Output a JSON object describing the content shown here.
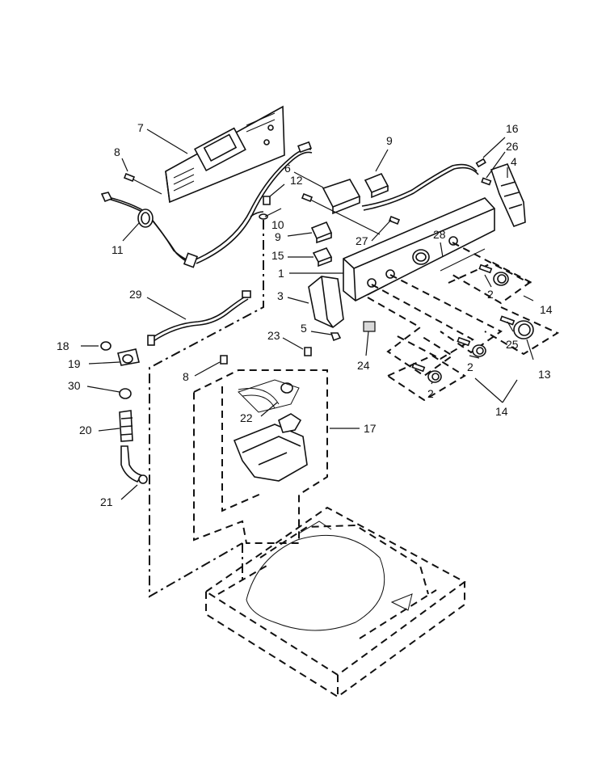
{
  "callouts": [
    {
      "id": "c7",
      "text": "7"
    },
    {
      "id": "c8a",
      "text": "8"
    },
    {
      "id": "c6",
      "text": "6"
    },
    {
      "id": "c12",
      "text": "12"
    },
    {
      "id": "c9a",
      "text": "9"
    },
    {
      "id": "c16",
      "text": "16"
    },
    {
      "id": "c26",
      "text": "26"
    },
    {
      "id": "c4",
      "text": "4"
    },
    {
      "id": "c10",
      "text": "10"
    },
    {
      "id": "c9b",
      "text": "9"
    },
    {
      "id": "c27",
      "text": "27"
    },
    {
      "id": "c28",
      "text": "28"
    },
    {
      "id": "c11",
      "text": "11"
    },
    {
      "id": "c15",
      "text": "15"
    },
    {
      "id": "c1",
      "text": "1"
    },
    {
      "id": "c2a",
      "text": "2"
    },
    {
      "id": "c14a",
      "text": "14"
    },
    {
      "id": "c29",
      "text": "29"
    },
    {
      "id": "c3",
      "text": "3"
    },
    {
      "id": "c5",
      "text": "5"
    },
    {
      "id": "c25",
      "text": "25"
    },
    {
      "id": "c13",
      "text": "13"
    },
    {
      "id": "c18",
      "text": "18"
    },
    {
      "id": "c23",
      "text": "23"
    },
    {
      "id": "c24",
      "text": "24"
    },
    {
      "id": "c2b",
      "text": "2"
    },
    {
      "id": "c19",
      "text": "19"
    },
    {
      "id": "c8b",
      "text": "8"
    },
    {
      "id": "c2c",
      "text": "2"
    },
    {
      "id": "c30",
      "text": "30"
    },
    {
      "id": "c14b",
      "text": "14"
    },
    {
      "id": "c22",
      "text": "22"
    },
    {
      "id": "c20",
      "text": "20"
    },
    {
      "id": "c17",
      "text": "17"
    },
    {
      "id": "c21",
      "text": "21"
    }
  ]
}
